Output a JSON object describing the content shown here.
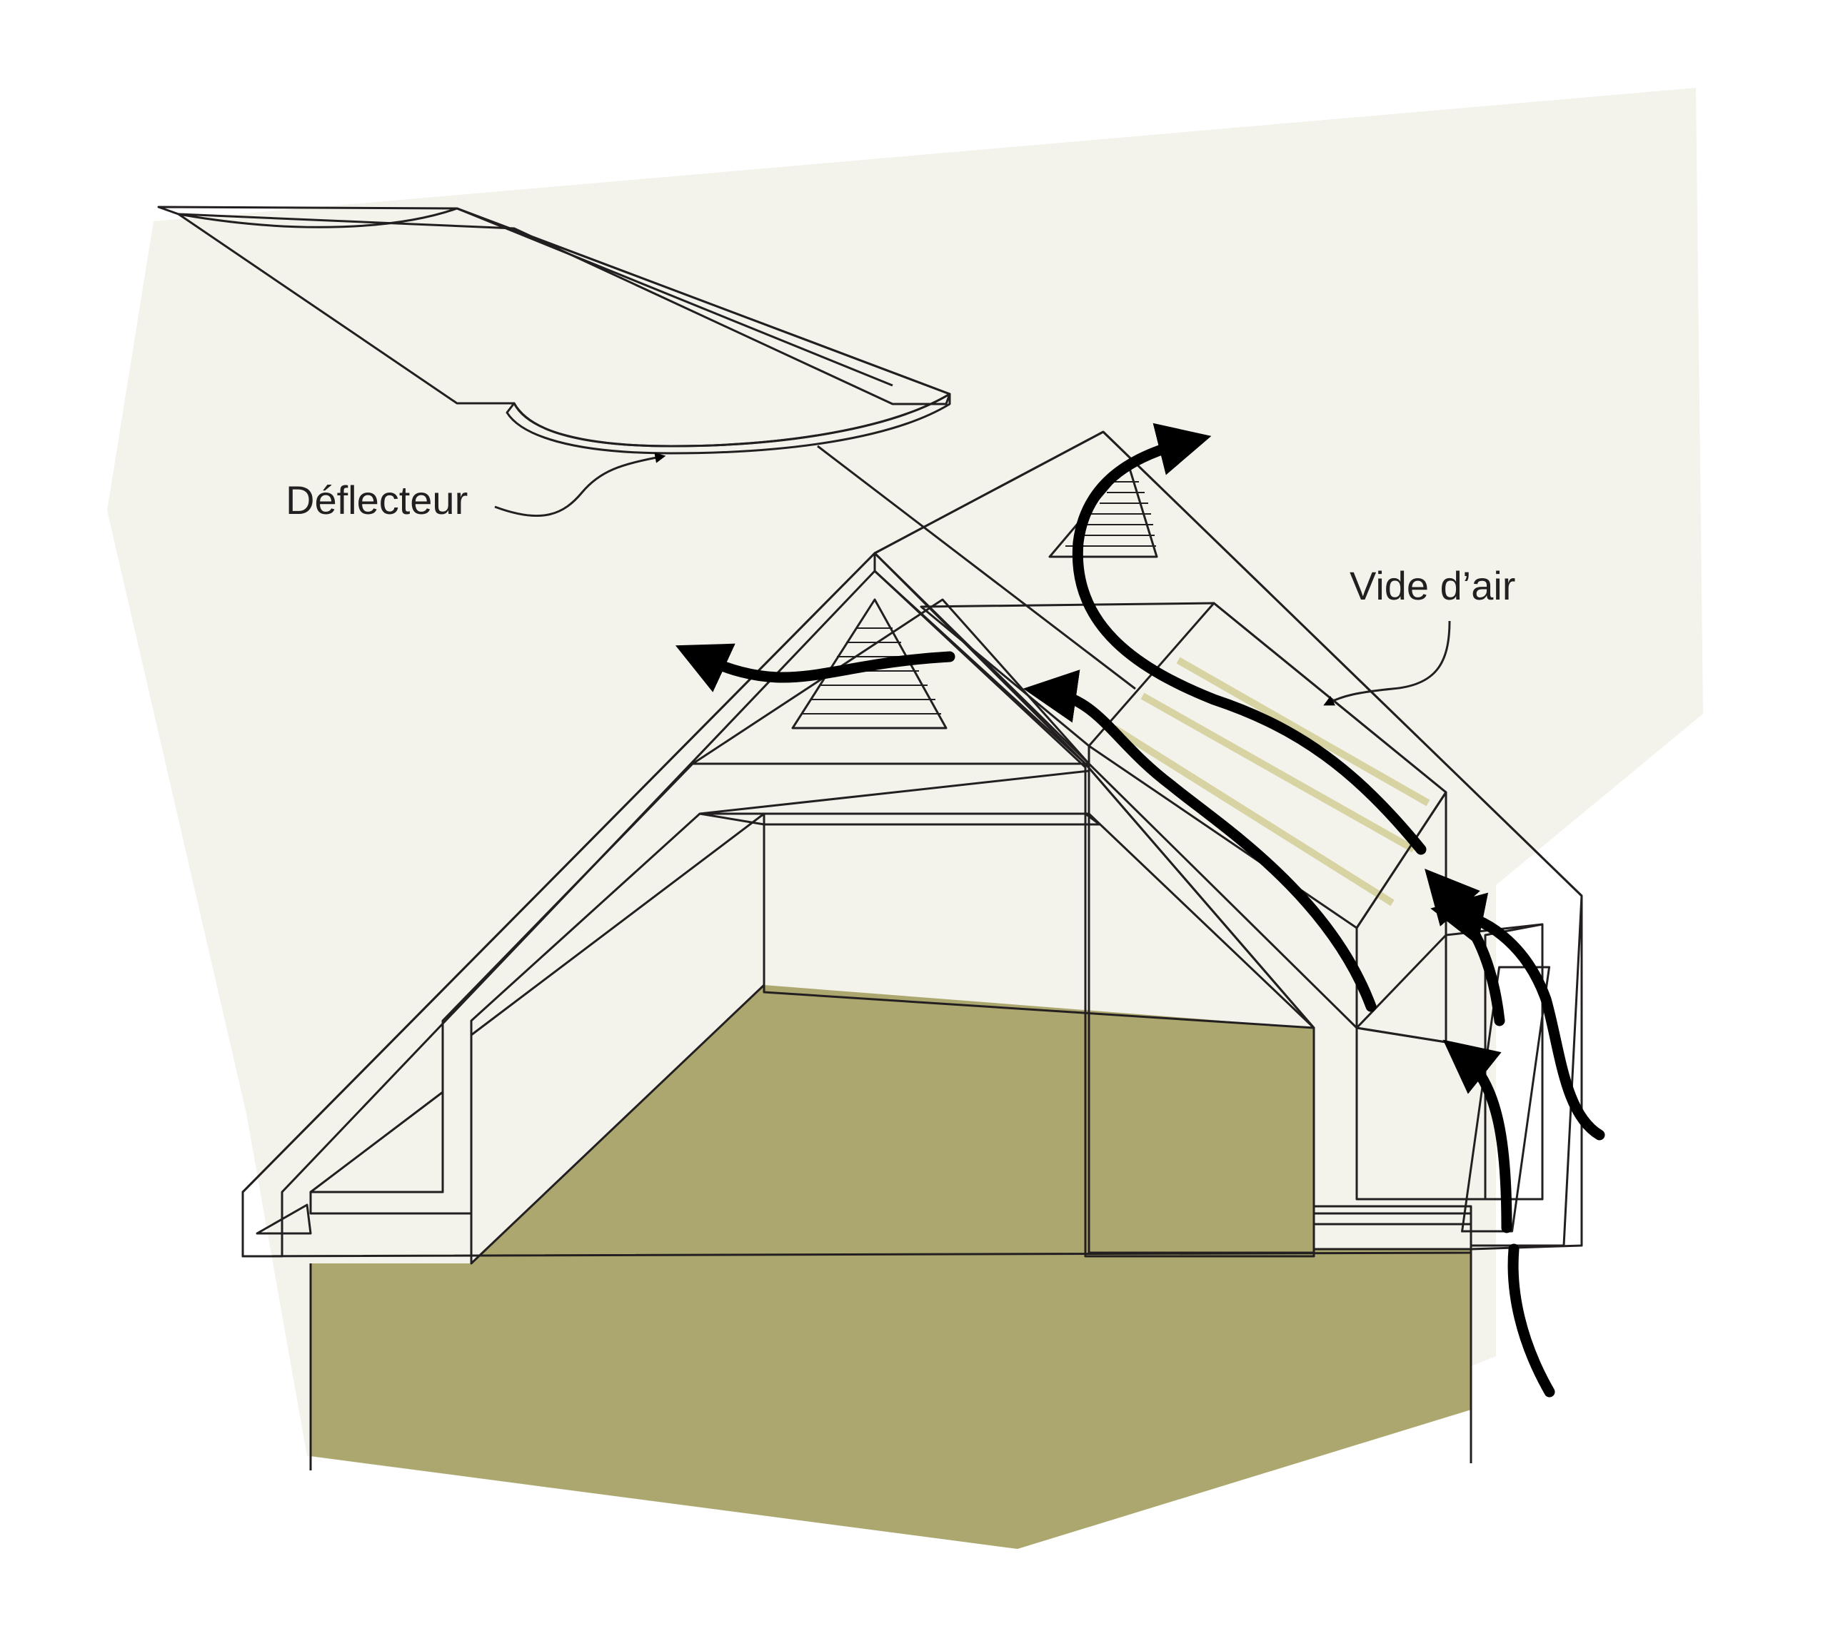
{
  "labels": {
    "deflector": "Déflecteur",
    "air_gap": "Vide d’air"
  },
  "colors": {
    "background_panel": "#f3f3ec",
    "ceiling_floor": "#aba76e",
    "roof_section": "#ffffff",
    "gable_face": "#e6e7e8",
    "dark_wall": "#8a8c8f",
    "mid_wall": "#b1b3b6",
    "insulation_face": "#bcbdc0",
    "baffle_stripe": "#d8d3a2",
    "arrow": "#000000",
    "outline": "#231f20"
  },
  "icons": [
    "deflector-panel",
    "gable-vent-icon",
    "soffit-vent-icon",
    "airflow-arrow"
  ]
}
